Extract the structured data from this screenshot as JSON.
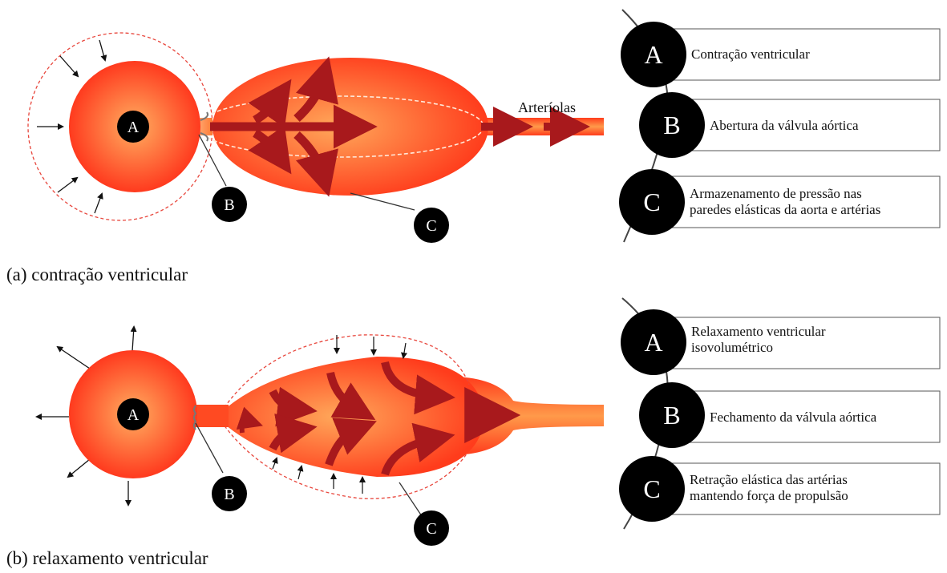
{
  "panel_a": {
    "caption": "(a) contração ventricular",
    "arterioles_label": "Arteríolas",
    "markers": {
      "a": "A",
      "b": "B",
      "c": "C"
    },
    "legend": [
      {
        "letter": "A",
        "lines": [
          "Contração ventricular"
        ]
      },
      {
        "letter": "B",
        "lines": [
          "Abertura da válvula aórtica"
        ]
      },
      {
        "letter": "C",
        "lines": [
          "Armazenamento de pressão nas",
          "paredes elásticas da aorta e artérias"
        ]
      }
    ]
  },
  "panel_b": {
    "caption": "(b) relaxamento ventricular",
    "markers": {
      "a": "A",
      "b": "B",
      "c": "C"
    },
    "legend": [
      {
        "letter": "A",
        "lines": [
          "Relaxamento ventricular",
          "isovolumétrico"
        ]
      },
      {
        "letter": "B",
        "lines": [
          "Fechamento da válvula aórtica"
        ]
      },
      {
        "letter": "C",
        "lines": [
          "Retração elástica das artérias",
          "mantendo força de propulsão"
        ]
      }
    ]
  },
  "colors": {
    "tissue_center": "#ffa85a",
    "tissue_edge": "#ff3a1e",
    "arrow": "#a8191c",
    "dashed": "#e8463c",
    "marker": "#000000"
  }
}
